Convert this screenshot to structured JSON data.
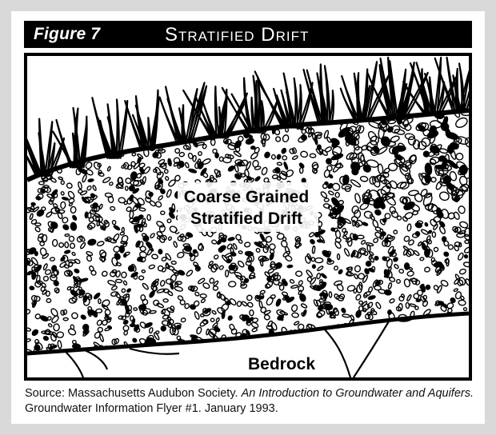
{
  "figure": {
    "label": "Figure 7",
    "title": "Stratified Drift"
  },
  "diagram": {
    "drift_label_line1": "Coarse Grained",
    "drift_label_line2": "Stratified Drift",
    "bedrock_label": "Bedrock"
  },
  "caption": {
    "prefix": "Source:  Massachusetts Audubon Society. ",
    "title_italic": "An Introduction to Groundwater and Aquifers.",
    "suffix": " Groundwater Information Flyer #1.  January 1993."
  },
  "colors": {
    "background": "#d9d9d9",
    "header_bg": "#000000",
    "header_text": "#ffffff",
    "ink": "#000000"
  }
}
